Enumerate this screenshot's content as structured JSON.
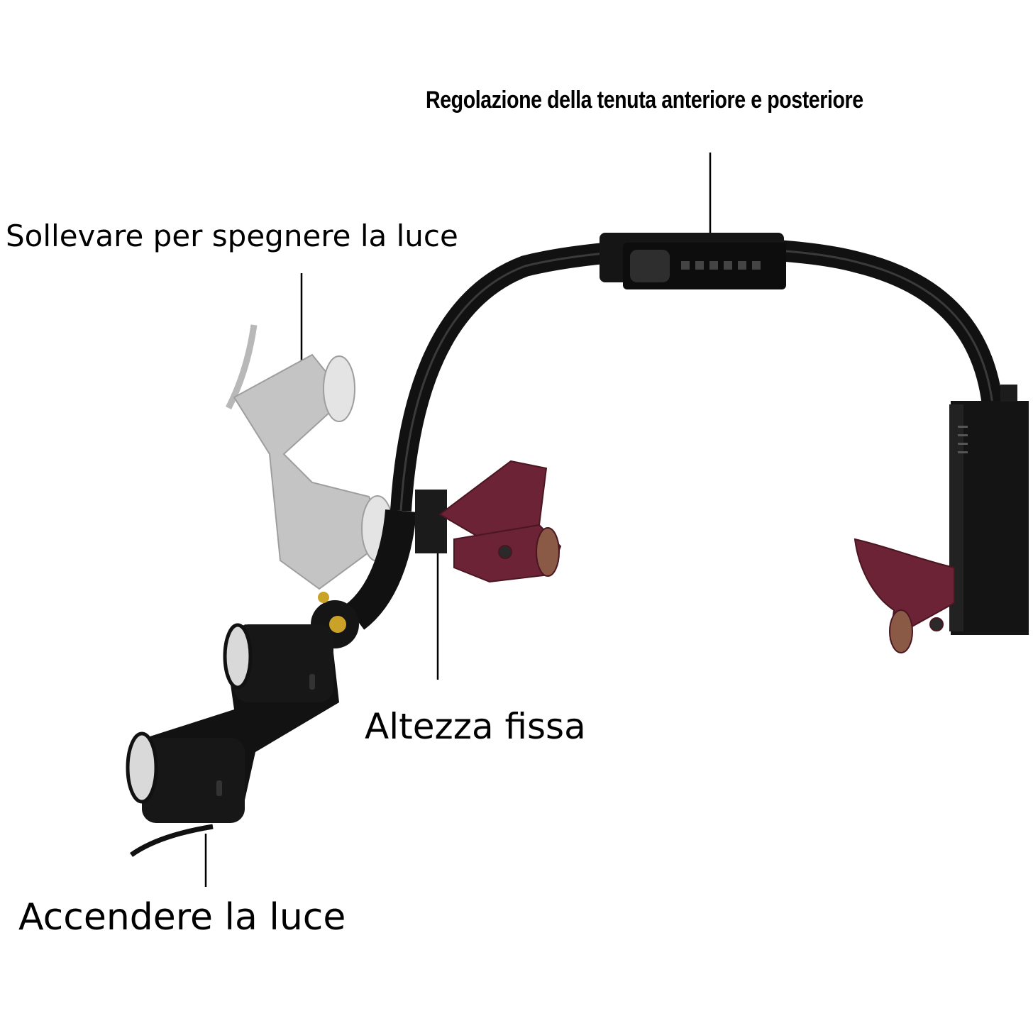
{
  "labels": {
    "top": "Regolazione della tenuta anteriore e posteriore",
    "left": "Sollevare per spegnere la luce",
    "middle": "Altezza fissa",
    "bottom": "Accendere la luce"
  },
  "colors": {
    "frame": "#111111",
    "ghost": "#bdbdbd",
    "leather": "#6b2335",
    "brass": "#c9a227"
  }
}
